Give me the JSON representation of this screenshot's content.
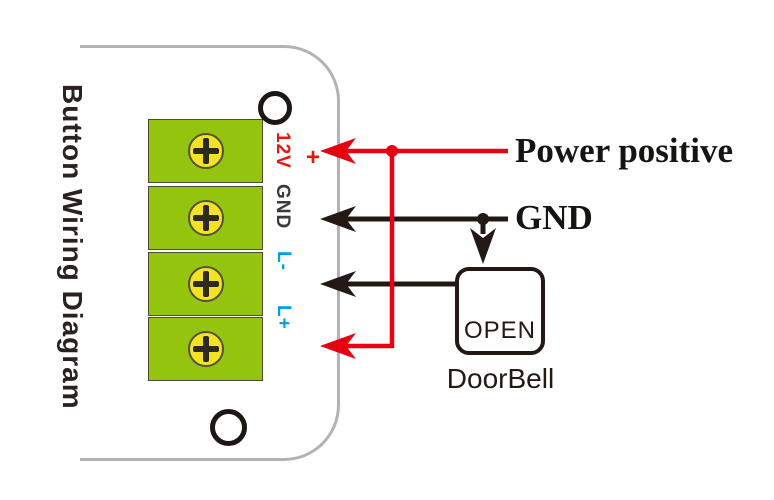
{
  "title": "Button Wiring Diagram",
  "pins": [
    {
      "name": "12V",
      "color": "#e8150c"
    },
    {
      "name": "GND",
      "color": "#3a3a3a"
    },
    {
      "name": "L-",
      "color": "#00a0e9"
    },
    {
      "name": "L+",
      "color": "#00a0e9"
    }
  ],
  "annotations": {
    "power_positive": "Power positive",
    "gnd": "GND",
    "polarity_plus": "+"
  },
  "doorbell": {
    "button_label": "OPEN",
    "caption": "DoorBell"
  },
  "colors": {
    "wire_red": "#e60012",
    "wire_black": "#231815",
    "terminal_green": "#95c40e",
    "screw_yellow": "#f4e321",
    "outline_gray": "#b3b3b3",
    "label_blue": "#00a0e9",
    "label_red": "#e8150c"
  }
}
